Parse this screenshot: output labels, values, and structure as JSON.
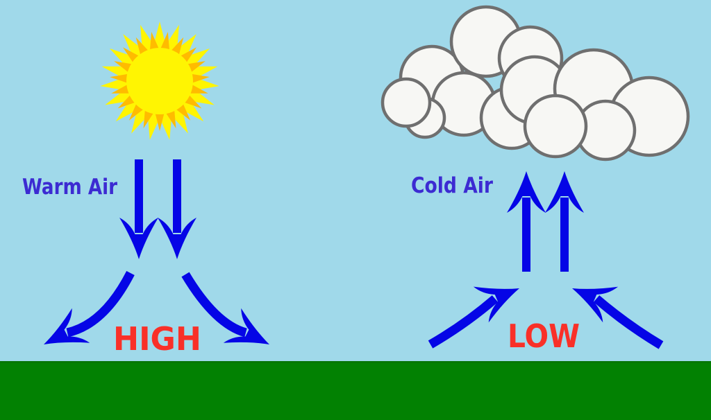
{
  "scene": {
    "title": "High and low air pressure diagram",
    "labels": {
      "warm_air": "Warm Air",
      "cold_air": "Cold Air",
      "high": "HIGH",
      "low": "LOW"
    },
    "colors": {
      "sky": "#A0D9EA",
      "ground": "#028102",
      "ground_edge": "#0B6B0B",
      "arrow": "#0505E6",
      "air_label": "#3C2BD2",
      "pressure_label": "#F93028",
      "sun_ray": "#FFF502",
      "sun_inner_ray": "#FFBB00",
      "sun_disc": "#FFF502",
      "cloud_fill": "#F7F7F4",
      "cloud_stroke": "#6F6F6F"
    },
    "icons": {
      "left": "sun-icon",
      "right": "clouds-icon",
      "left_air_arrows": "down-arrows-icon",
      "right_air_arrows": "up-arrows-icon",
      "left_surface_arrows": "diverging-curved-arrows-icon",
      "right_surface_arrows": "converging-curved-arrows-icon"
    }
  }
}
